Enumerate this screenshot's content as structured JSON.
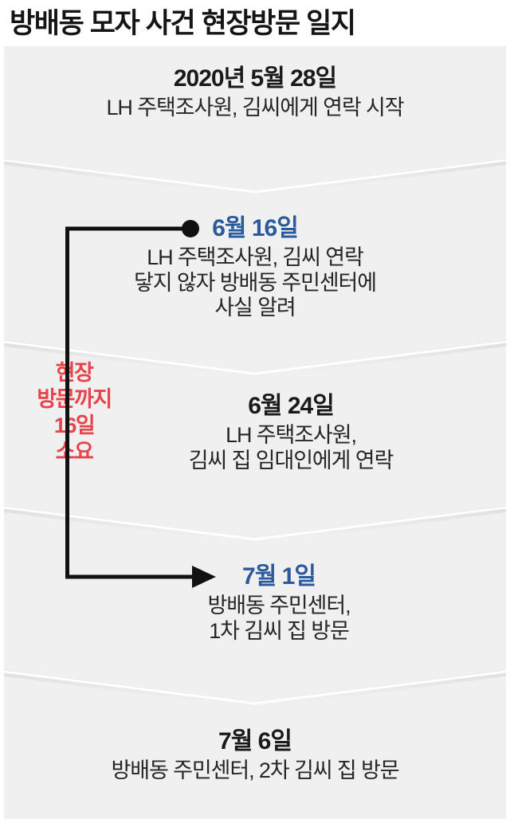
{
  "header": {
    "title": "방배동 모자 사건 현장방문 일지"
  },
  "colors": {
    "page_background": "#ffffff",
    "panel_background": "#f0f0f0",
    "title_text": "#151515",
    "date_text": "#1a1a1a",
    "date_accent_blue": "#2a5a9c",
    "body_text": "#262626",
    "callout_red": "#e8434c",
    "connector_line": "#111111"
  },
  "timeline": {
    "stages": [
      {
        "id": "stage-1",
        "date": "2020년 5월 28일",
        "date_color": "default",
        "body": "LH 주택조사원, 김씨에게 연락 시작",
        "marker": "none"
      },
      {
        "id": "stage-2",
        "date": "6월 16일",
        "date_color": "blue",
        "body": "LH 주택조사원, 김씨 연락\n닿지 않자 방배동 주민센터에\n사실 알려",
        "marker": "dot"
      },
      {
        "id": "stage-3",
        "date": "6월 24일",
        "date_color": "default",
        "body": "LH 주택조사원,\n김씨 집 임대인에게 연락",
        "marker": "none"
      },
      {
        "id": "stage-4",
        "date": "7월 1일",
        "date_color": "blue",
        "body": "방배동 주민센터,\n1차 김씨 집 방문",
        "marker": "arrow"
      },
      {
        "id": "stage-5",
        "date": "7월 6일",
        "date_color": "default",
        "body": "방배동 주민센터, 2차 김씨 집 방문",
        "marker": "none"
      }
    ],
    "callout": {
      "id": "elapsed-days-callout",
      "text": "현장\n방문까지\n16일\n소요"
    }
  }
}
